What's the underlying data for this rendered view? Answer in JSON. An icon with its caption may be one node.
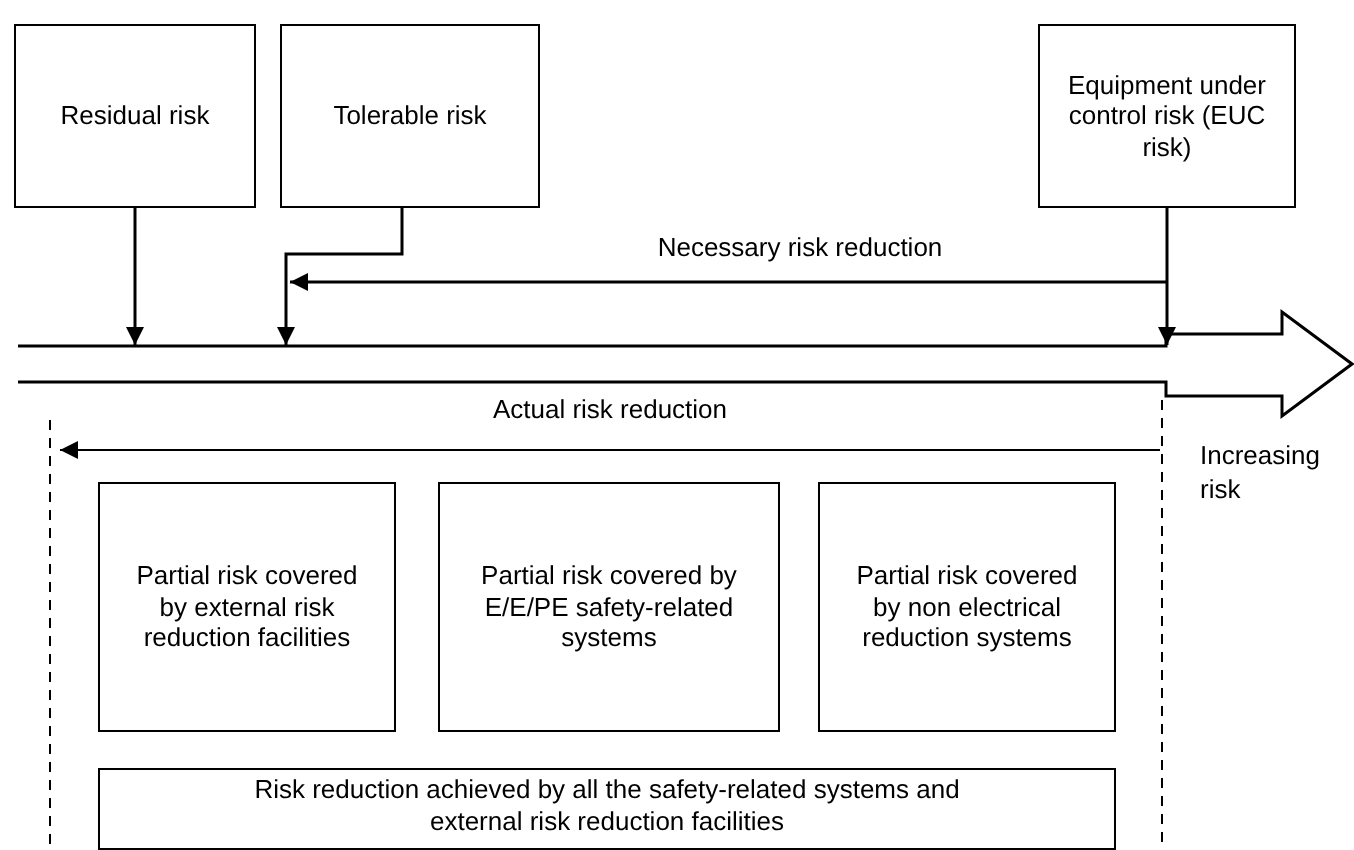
{
  "diagram": {
    "nodes": [
      {
        "text": [
          "Residual risk"
        ]
      },
      {
        "text": [
          "Tolerable risk"
        ]
      },
      {
        "text": [
          "Equipment under control risk (EUC risk)"
        ]
      },
      {
        "text": [],
        "shape": "arrow",
        "beside": [
          "Increasing risk"
        ]
      },
      {
        "text": [
          "Partial risk covered by external risk reduction facilities"
        ]
      },
      {
        "text": [
          "Partial risk covered by E/E/PE safety-related systems"
        ]
      },
      {
        "text": [
          "Partial risk covered by non electrical reduction systems"
        ]
      },
      {
        "text": [
          "Risk reduction achieved by all the safety-related systems and external risk reduction facilities"
        ]
      }
    ],
    "edges": [
      {
        "from": 0,
        "to": 3,
        "arrow": "to"
      },
      {
        "from": 1,
        "to": 3,
        "arrow": "to"
      },
      {
        "from": 2,
        "to": 3,
        "arrow": "to"
      }
    ],
    "labels": [
      "Necessary risk reduction",
      "Actual risk reduction"
    ]
  }
}
